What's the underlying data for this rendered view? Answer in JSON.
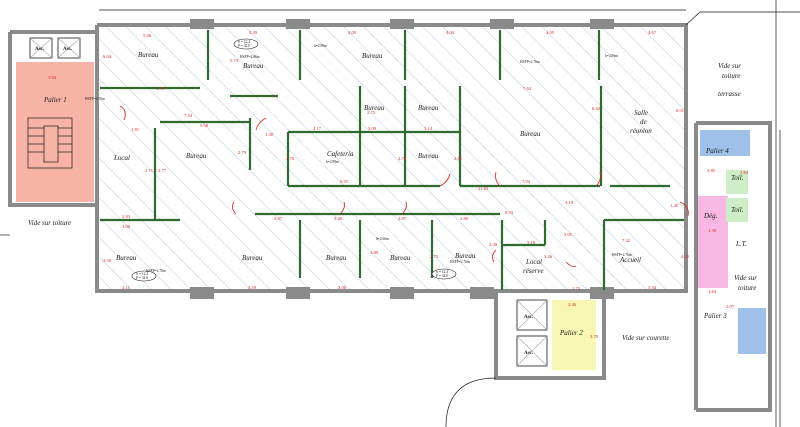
{
  "plan": {
    "colors": {
      "wall": "#8a8a8a",
      "hatch": "#9ab2d8",
      "partition": "#2f6b2f",
      "dimension": "#e0201b",
      "palier1": "#f6b3a6",
      "palier2": "#f7f7b3",
      "wc": "#cdeec6",
      "degagement": "#f7b9e3",
      "stairs": "#9fc0e8"
    },
    "rooms": {
      "bureau_1": "Bureau",
      "bureau_2": "Bureau",
      "bureau_3": "Bureau",
      "bureau_4": "Bureau",
      "bureau_5": "Bureau",
      "bureau_6": "Bureau",
      "bureau_7": "Bureau",
      "bureau_8": "Bureau",
      "bureau_9": "Bureau",
      "bureau_10": "Bureau",
      "bureau_11": "Bureau",
      "bureau_12": "Bureau",
      "bureau_13": "Bureau",
      "local_1": "Local",
      "cafeteria": "Cafeteria",
      "salle_1": "Salle",
      "salle_2": "de",
      "salle_3": "réunion",
      "local_reserve_1": "Local",
      "local_reserve_2": "réserve",
      "accueil": "Accueil",
      "palier_1": "Palier 1",
      "palier_2": "Palier 2",
      "palier_3": "Palier 3",
      "palier_4": "Palier 4",
      "toil_1": "Toil.",
      "toil_2": "Toil.",
      "deg": "Dég.",
      "lt": "L.T.",
      "vide_toiture_left": "Vide sur toiture",
      "vide_toiture_top_1": "Vide sur",
      "vide_toiture_top_2": "toiture",
      "vide_toiture_top_3": "terrasse",
      "vide_toiture_right_1": "Vide sur",
      "vide_toiture_right_2": "toiture",
      "vide_courette": "Vide sur courette",
      "asc_1": "Asc.",
      "asc_2": "Asc.",
      "asc_3": "Asc.",
      "asc_4": "Asc."
    },
    "dims": {
      "d1": "5.06",
      "d2": "3.39",
      "d3": "4.05",
      "d4": "4.04",
      "d5": "4.05",
      "d6": "4.67",
      "d7": "6.04",
      "d8": "5.74",
      "d9": "4.70",
      "d10": "7.54",
      "d11": "5.58",
      "d12": "3.94",
      "d13": "1.81",
      "d14": "1.30",
      "d15": "2.17",
      "d16": "3.09",
      "d17": "3.14",
      "d18": "2.73",
      "d19": "7.63",
      "d20": "6.42",
      "d21": "6.91",
      "d22": "2.71",
      "d23": "2.77",
      "d24": "2.79",
      "d25": "6.55",
      "d26": "21.63",
      "d27": "7.03",
      "d28": "2.79",
      "d29": "2.81",
      "d30": "2.83",
      "d31": "3.00",
      "d32": "2.87",
      "d33": "3.40",
      "d34": "2.87",
      "d35": "2.80",
      "d36": "3.30",
      "d37": "0.33",
      "d38": "5.18",
      "d39": "7.32",
      "d40": "3.11",
      "d41": "3.59",
      "d42": "3.00",
      "d43": "5.34",
      "d44": "1.75",
      "d45": "2.46",
      "d46": "3.70",
      "d47": "1.30",
      "d48": "1.84",
      "d49": "2.07",
      "d50": "3.50",
      "d51": "2.80",
      "d52": "4.70",
      "d53": "3.10",
      "d54": "1.40",
      "d55": "3.01",
      "d56": "4.20",
      "d57": "2.84",
      "d58": "3.85",
      "d59": "2.73",
      "d60": "3.26"
    },
    "heights": {
      "h1": "HSFP=2.76m",
      "h2": "h=2.90m",
      "h3": "HSFP=2.86m",
      "h4": "h=2.86m",
      "h5": "HSFP=2.76m",
      "h6": "h=2.89m",
      "h7": "h=2.66m",
      "h8": "HSFP=2.76m",
      "h9": "HSFP=2.76m",
      "h10": "HSFP=2.78m"
    },
    "badges": {
      "b1a": "S = 12.4",
      "b1b": "P = 32.0",
      "b2a": "S = 12.4",
      "b2b": "P = 32.0",
      "b3a": "S = 12.4",
      "b3b": "P = 32.0"
    }
  }
}
